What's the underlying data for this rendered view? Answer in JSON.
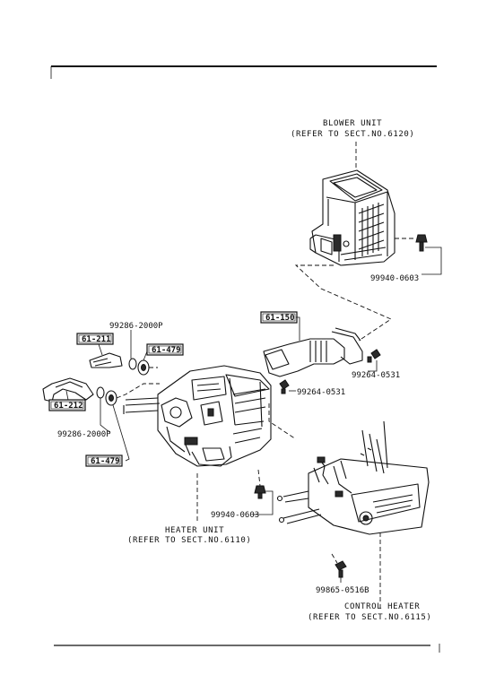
{
  "labels": {
    "blower_title": "BLOWER UNIT",
    "blower_ref": "(REFER TO SECT.NO.6120)",
    "blower_bolt": "99940-0603",
    "duct_code": "61-150",
    "duct_bolt_right": "99264-0531",
    "duct_bolt_center": "99264-0531",
    "hose_clip_top": "99286-2000P",
    "hose_upper_code": "61-211",
    "grommet_upper_code": "61-479",
    "hose_lower_code": "61-212",
    "hose_clip_bottom": "99286-2000P",
    "grommet_lower_code": "61-479",
    "heater_bolt": "99940-0603",
    "heater_title": "HEATER UNIT",
    "heater_ref": "(REFER TO SECT.NO.6110)",
    "control_bolt": "99865-0516B",
    "control_title": "CONTROL HEATER",
    "control_ref": "(REFER TO SECT.NO.6115)"
  },
  "icons": [
    "bolt-icon",
    "clip-icon",
    "grommet-icon"
  ]
}
